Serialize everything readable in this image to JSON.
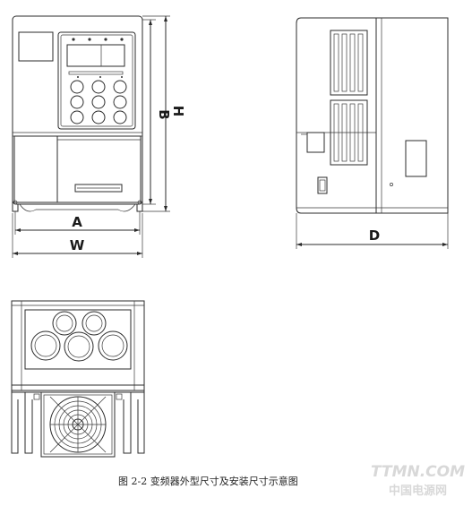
{
  "labels": {
    "A": "A",
    "W": "W",
    "B": "B",
    "H": "H",
    "D": "D"
  },
  "caption": "图 2-2   变频器外型尺寸及安装尺寸示意图",
  "watermark": {
    "line1": "TTMN.COM",
    "line2": "中国电源网"
  }
}
